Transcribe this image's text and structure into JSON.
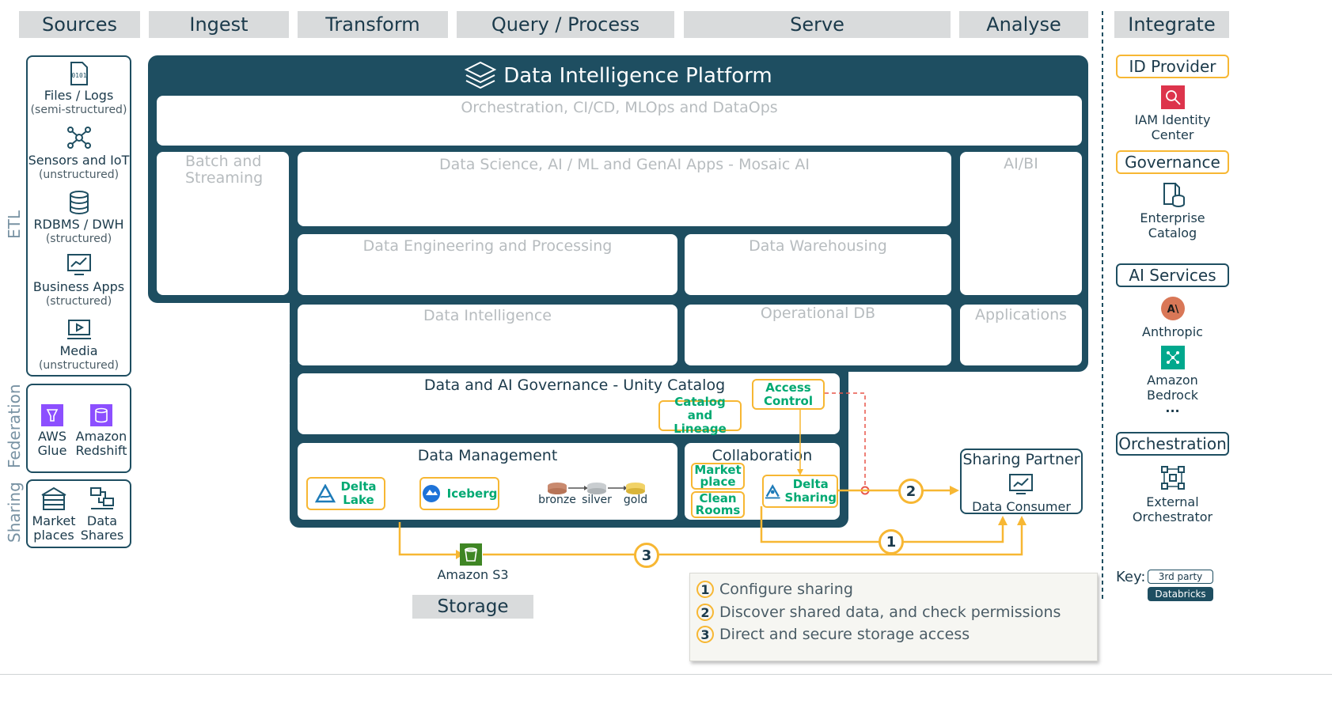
{
  "headers": {
    "sources": "Sources",
    "ingest": "Ingest",
    "transform": "Transform",
    "query": "Query / Process",
    "serve": "Serve",
    "analyse": "Analyse",
    "integrate": "Integrate"
  },
  "side_labels": {
    "etl": "ETL",
    "federation": "Federation",
    "sharing": "Sharing"
  },
  "sources": {
    "etl": [
      {
        "name": "Files / Logs",
        "sub": "(semi-structured)",
        "icon": "file-binary-icon"
      },
      {
        "name": "Sensors and IoT",
        "sub": "(unstructured)",
        "icon": "network-nodes-icon"
      },
      {
        "name": "RDBMS / DWH",
        "sub": "(structured)",
        "icon": "database-icon"
      },
      {
        "name": "Business Apps",
        "sub": "(structured)",
        "icon": "dashboard-monitor-icon"
      },
      {
        "name": "Media",
        "sub": "(unstructured)",
        "icon": "video-monitor-icon"
      }
    ],
    "federation": [
      {
        "name_line1": "AWS",
        "name_line2": "Glue",
        "icon": "aws-glue-icon",
        "color": "#8c4fff"
      },
      {
        "name_line1": "Amazon",
        "name_line2": "Redshift",
        "icon": "amazon-redshift-icon",
        "color": "#8c4fff"
      }
    ],
    "sharing": [
      {
        "name_line1": "Market",
        "name_line2": "places",
        "icon": "marketplace-icon"
      },
      {
        "name_line1": "Data",
        "name_line2": "Shares",
        "icon": "data-shares-icon"
      }
    ]
  },
  "platform": {
    "title": "Data Intelligence Platform",
    "orchestration": "Orchestration, CI/CD, MLOps and DataOps",
    "batch_line1": "Batch and",
    "batch_line2": "Streaming",
    "data_science": "Data Science, AI / ML and GenAI Apps - Mosaic AI",
    "aibi": "AI/BI",
    "data_engineering": "Data Engineering and Processing",
    "data_warehousing": "Data Warehousing",
    "data_intelligence": "Data Intelligence",
    "operational_db": "Operational DB",
    "applications": "Applications",
    "governance": "Data and AI Governance - Unity Catalog",
    "access_control_line1": "Access",
    "access_control_line2": "Control",
    "catalog_line1": "Catalog and",
    "catalog_line2": "Lineage",
    "data_management": "Data Management",
    "delta_lake_line1": "Delta",
    "delta_lake_line2": "Lake",
    "iceberg": "Iceberg",
    "medallion": [
      "bronze",
      "silver",
      "gold"
    ],
    "collaboration": "Collaboration",
    "marketplace_line1": "Market",
    "marketplace_line2": "place",
    "clean_rooms_line1": "Clean",
    "clean_rooms_line2": "Rooms",
    "delta_sharing_line1": "Delta",
    "delta_sharing_line2": "Sharing"
  },
  "sharing_partner": {
    "title": "Sharing Partner",
    "consumer": "Data Consumer"
  },
  "storage": {
    "s3": "Amazon S3",
    "label": "Storage"
  },
  "steps": [
    {
      "num": "1",
      "text": "Configure sharing"
    },
    {
      "num": "2",
      "text": "Discover shared data, and check permissions"
    },
    {
      "num": "3",
      "text": "Direct and secure storage access"
    }
  ],
  "integrate": {
    "id_provider": "ID Provider",
    "iam_line1": "IAM Identity",
    "iam_line2": "Center",
    "governance": "Governance",
    "catalog_line1": "Enterprise",
    "catalog_line2": "Catalog",
    "ai_services": "AI Services",
    "anthropic": "Anthropic",
    "bedrock_line1": "Amazon",
    "bedrock_line2": "Bedrock",
    "ellipsis": "...",
    "orchestration": "Orchestration",
    "orchestrator_line1": "External",
    "orchestrator_line2": "Orchestrator"
  },
  "key": {
    "label": "Key:",
    "third_party": "3rd party",
    "databricks": "Databricks"
  },
  "colors": {
    "platform": "#1e4e61",
    "accent": "#f7b733",
    "teal": "#00a972",
    "dashed_red": "#e8564a"
  }
}
